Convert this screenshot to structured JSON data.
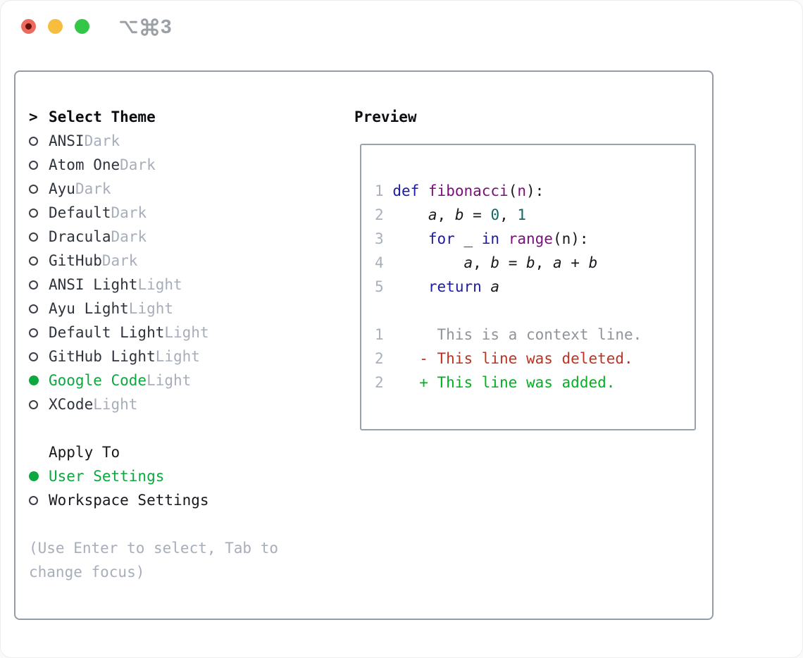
{
  "window": {
    "title": "⌥⌘3",
    "title_digit": "3",
    "icons": [
      "option-key-icon",
      "command-key-icon"
    ],
    "traffic_lights": [
      "close",
      "minimize",
      "zoom"
    ]
  },
  "theme_picker": {
    "prompt_char": ">",
    "header": "Select Theme",
    "items": [
      {
        "name": "ANSI",
        "variant": "Dark",
        "selected": false
      },
      {
        "name": "Atom One",
        "variant": "Dark",
        "selected": false
      },
      {
        "name": "Ayu",
        "variant": "Dark",
        "selected": false
      },
      {
        "name": "Default",
        "variant": "Dark",
        "selected": false
      },
      {
        "name": "Dracula",
        "variant": "Dark",
        "selected": false
      },
      {
        "name": "GitHub",
        "variant": "Dark",
        "selected": false
      },
      {
        "name": "ANSI Light",
        "variant": "Light",
        "selected": false
      },
      {
        "name": "Ayu Light",
        "variant": "Light",
        "selected": false
      },
      {
        "name": "Default Light",
        "variant": "Light",
        "selected": false
      },
      {
        "name": "GitHub Light",
        "variant": "Light",
        "selected": false
      },
      {
        "name": "Google Code",
        "variant": "Light",
        "selected": true
      },
      {
        "name": "XCode",
        "variant": "Light",
        "selected": false
      }
    ],
    "apply_to": {
      "header": "Apply To",
      "options": [
        {
          "label": "User Settings",
          "selected": true
        },
        {
          "label": "Workspace Settings",
          "selected": false
        }
      ]
    },
    "hint_lines": [
      "(Use Enter to select, Tab to",
      "change focus)"
    ]
  },
  "preview": {
    "header": "Preview",
    "lines": [
      {
        "num": "1",
        "kind": "code",
        "segments": [
          [
            "keyword",
            "def"
          ],
          [
            "plain",
            " "
          ],
          [
            "title",
            "fibonacci"
          ],
          [
            "plain",
            "("
          ],
          [
            "title",
            "n"
          ],
          [
            "plain",
            "):"
          ]
        ]
      },
      {
        "num": "2",
        "kind": "code",
        "segments": [
          [
            "plain",
            "    "
          ],
          [
            "variable",
            "a"
          ],
          [
            "plain",
            ", "
          ],
          [
            "variable",
            "b"
          ],
          [
            "plain",
            " = "
          ],
          [
            "number",
            "0"
          ],
          [
            "plain",
            ", "
          ],
          [
            "number",
            "1"
          ]
        ]
      },
      {
        "num": "3",
        "kind": "code",
        "segments": [
          [
            "plain",
            "    "
          ],
          [
            "keyword",
            "for"
          ],
          [
            "plain",
            " _ "
          ],
          [
            "keyword",
            "in"
          ],
          [
            "plain",
            " "
          ],
          [
            "title",
            "range"
          ],
          [
            "plain",
            "(n):"
          ]
        ]
      },
      {
        "num": "4",
        "kind": "code",
        "segments": [
          [
            "plain",
            "        "
          ],
          [
            "variable",
            "a"
          ],
          [
            "plain",
            ", "
          ],
          [
            "variable",
            "b"
          ],
          [
            "plain",
            " = "
          ],
          [
            "variable",
            "b"
          ],
          [
            "plain",
            ", "
          ],
          [
            "variable",
            "a"
          ],
          [
            "plain",
            " + "
          ],
          [
            "variable",
            "b"
          ]
        ]
      },
      {
        "num": "5",
        "kind": "code",
        "segments": [
          [
            "plain",
            "    "
          ],
          [
            "keyword",
            "return"
          ],
          [
            "plain",
            " "
          ],
          [
            "variable",
            "a"
          ]
        ]
      },
      {
        "num": "",
        "kind": "blank",
        "segments": []
      },
      {
        "num": "1",
        "kind": "context",
        "segments": [
          [
            "context",
            "     This is a context line."
          ]
        ]
      },
      {
        "num": "2",
        "kind": "deleted",
        "segments": [
          [
            "deletion",
            "   - This line was deleted."
          ]
        ]
      },
      {
        "num": "2",
        "kind": "added",
        "segments": [
          [
            "addition",
            "   + This line was added."
          ]
        ]
      }
    ]
  },
  "colors": {
    "accent_green": "#0ca83f",
    "keyword_blue": "#1d1ba6",
    "function_purple": "#7c0e7c",
    "number_teal": "#0c6a65",
    "deleted_red": "#c0321f",
    "added_green": "#00b221",
    "context_gray": "#8f939b",
    "muted_gray": "#a7aeb9",
    "text_dark": "#2e333c",
    "panel_border_gray": "#949ca7",
    "traffic_red": "#ee6a5f",
    "traffic_yellow": "#f6bd3e",
    "traffic_green": "#33c748"
  }
}
